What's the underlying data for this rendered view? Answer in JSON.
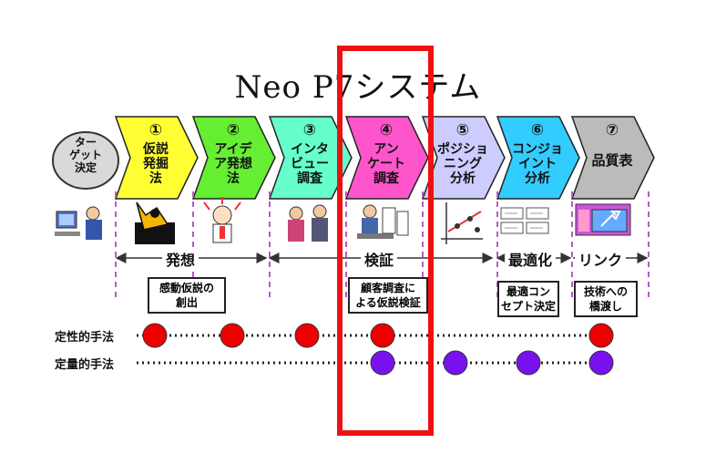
{
  "title": "Neo P7システム",
  "target_label": "ター\nゲット\n決定",
  "steps": [
    {
      "num": "①",
      "label": "仮説\n発掘\n法",
      "color": "#ffff33"
    },
    {
      "num": "②",
      "label": "アイデ\nア発想\n法",
      "color": "#66ee33"
    },
    {
      "num": "③",
      "label": "インタ\nビュー\n調査",
      "color": "#66ffcc"
    },
    {
      "num": "④",
      "label": "アン\nケート\n調査",
      "color": "#ff55cc"
    },
    {
      "num": "⑤",
      "label": "ポジショ\nニング\n分析",
      "color": "#ccccff"
    },
    {
      "num": "⑥",
      "label": "コンジョ\nイント\n分析",
      "color": "#33ccff"
    },
    {
      "num": "⑦",
      "label": "品質表",
      "color": "#bbbbbb"
    }
  ],
  "phases": [
    "発想",
    "検証",
    "最適化",
    "リンク"
  ],
  "notes": [
    "感動仮説の\n創出",
    "顧客調査に\nよる仮説検証",
    "最適コン\nセプト決定",
    "技術への\n橋渡し"
  ],
  "methods": [
    {
      "label": "定性的手法",
      "color": "#ee0000",
      "steps": [
        1,
        2,
        3,
        4,
        7
      ]
    },
    {
      "label": "定量的手法",
      "color": "#7711ee",
      "steps": [
        4,
        5,
        6,
        7
      ]
    }
  ],
  "illustration_icons": [
    "computer-user-icon",
    "miner-icon",
    "idea-thinker-icon",
    "interview-icon",
    "questionnaire-icon",
    "positioning-map-icon",
    "conjoint-cards-icon",
    "quality-table-icon"
  ],
  "colors": {
    "highlight": "#ee1111",
    "qualitative": "#ee0000",
    "quantitative": "#7711ee"
  }
}
